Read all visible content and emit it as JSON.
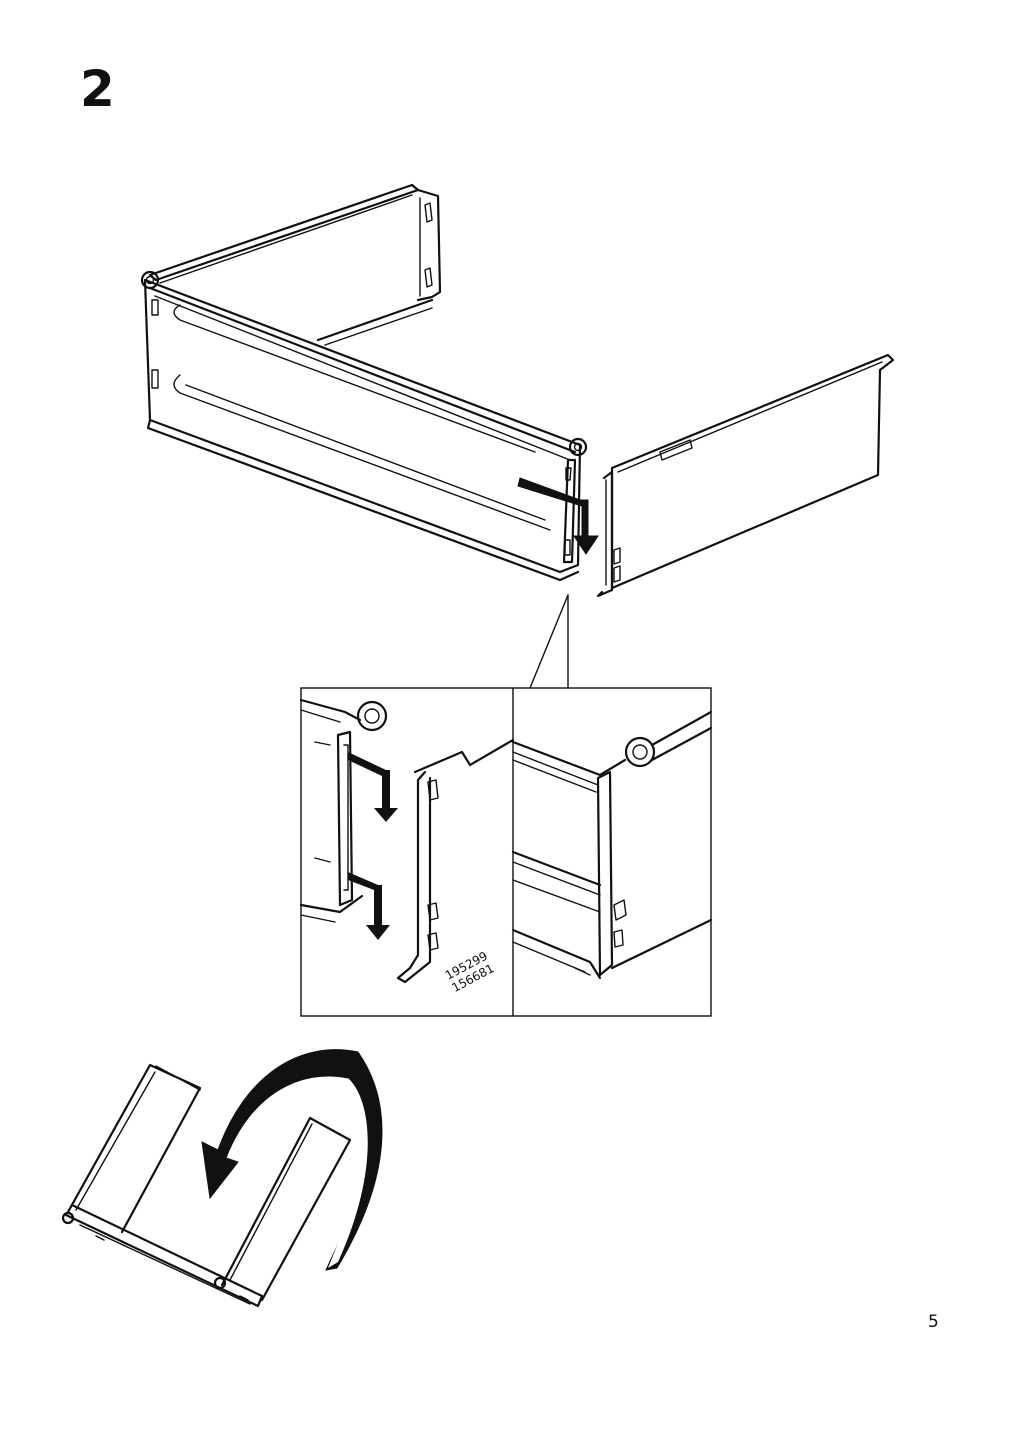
{
  "step": {
    "number": "2"
  },
  "detail": {
    "part_codes": [
      "195299",
      "156681"
    ]
  },
  "icons": {
    "drawer_frame": "u-shaped-drawer-frame-illustration",
    "side_panel": "drawer-side-panel-illustration",
    "slide_down_arrow": "bent-down-arrow-icon",
    "rotate_arrow": "curved-rotate-arrow-icon"
  },
  "footer": {
    "page_number": "5"
  }
}
